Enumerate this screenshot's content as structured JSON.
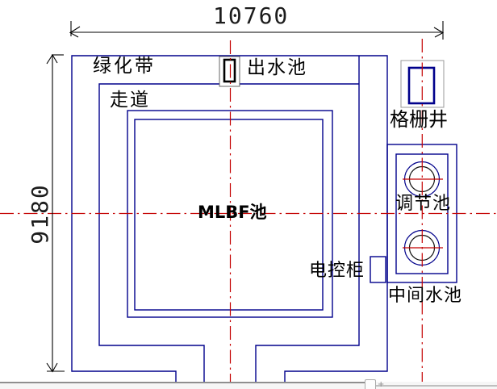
{
  "labels": {
    "green_belt": "绿化带",
    "outlet_pool": "出水池",
    "walkway": "走道",
    "mlbf_pool": "MLBF池",
    "grille_well": "格栅井",
    "regulating_pool": "调节池",
    "electric_cabinet": "电控柜",
    "intermediate_pool": "中间水池"
  },
  "dimensions": {
    "overall_width": "10760",
    "overall_height": "9180"
  },
  "colors": {
    "line_blue": "#00008b",
    "centerline_red": "#c40000",
    "dimension_black": "#000000",
    "well_box_gray": "#9a9a9a"
  }
}
